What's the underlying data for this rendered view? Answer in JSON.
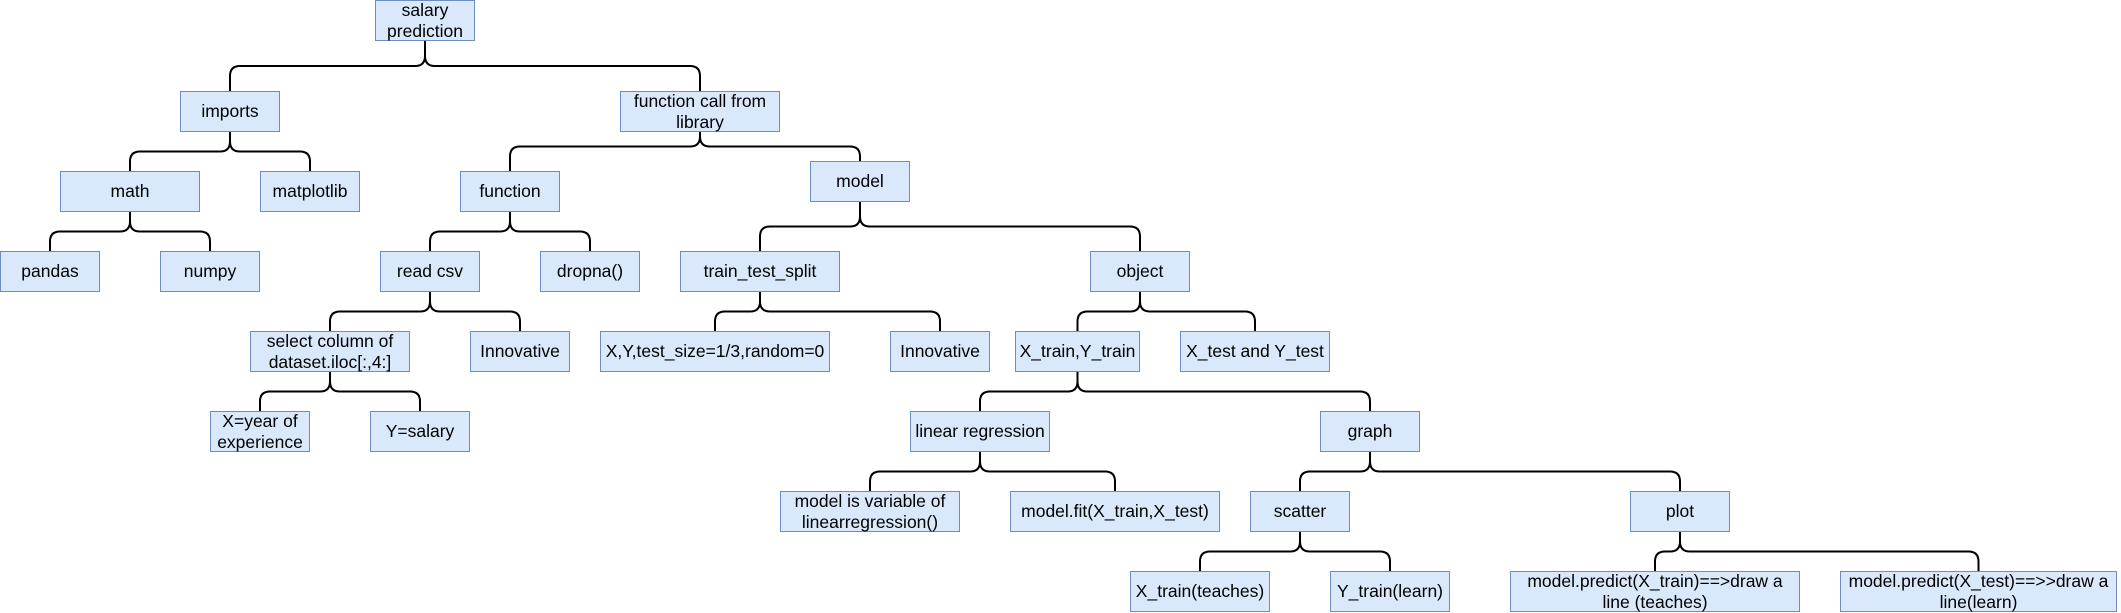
{
  "colors": {
    "node_fill": "#dae8fc",
    "node_border": "#6c8ebf",
    "edge": "#000000"
  },
  "nodes": {
    "salary_prediction": "salary prediction",
    "imports": "imports",
    "function_call": "function call from library",
    "math": "math",
    "matplotlib": "matplotlib",
    "pandas": "pandas",
    "numpy": "numpy",
    "function": "function",
    "model": "model",
    "read_csv": "read csv",
    "dropna": "dropna()",
    "select_column": "select column of dataset.iloc[:,4:]",
    "innovative_1": "Innovative",
    "x_year": "X=year of experience",
    "y_salary": "Y=salary",
    "train_test_split": "train_test_split",
    "object": "object",
    "xy_test_size": "X,Y,test_size=1/3,random=0",
    "innovative_2": "Innovative",
    "x_train_y_train": "X_train,Y_train",
    "x_test_y_test": "X_test and Y_test",
    "linear_regression": "linear regression",
    "graph": "graph",
    "model_variable": "model is variable of linearregression()",
    "model_fit": "model.fit(X_train,X_test)",
    "scatter": "scatter",
    "plot": "plot",
    "x_train_teaches": "X_train(teaches)",
    "y_train_learn": "Y_train(learn)",
    "predict_train": "model.predict(X_train)==>draw a line (teaches)",
    "predict_test": "model.predict(X_test)==>>draw a line(learn)"
  },
  "edges": [
    [
      "salary_prediction",
      [
        "imports",
        "function_call"
      ]
    ],
    [
      "imports",
      [
        "math",
        "matplotlib"
      ]
    ],
    [
      "math",
      [
        "pandas",
        "numpy"
      ]
    ],
    [
      "function_call",
      [
        "function",
        "model"
      ]
    ],
    [
      "function",
      [
        "read_csv",
        "dropna"
      ]
    ],
    [
      "read_csv",
      [
        "select_column",
        "innovative_1"
      ]
    ],
    [
      "select_column",
      [
        "x_year",
        "y_salary"
      ]
    ],
    [
      "model",
      [
        "train_test_split",
        "object"
      ]
    ],
    [
      "train_test_split",
      [
        "xy_test_size",
        "innovative_2"
      ]
    ],
    [
      "object",
      [
        "x_train_y_train",
        "x_test_y_test"
      ]
    ],
    [
      "x_train_y_train",
      [
        "linear_regression",
        "graph"
      ]
    ],
    [
      "linear_regression",
      [
        "model_variable",
        "model_fit"
      ]
    ],
    [
      "graph",
      [
        "scatter",
        "plot"
      ]
    ],
    [
      "scatter",
      [
        "x_train_teaches",
        "y_train_learn"
      ]
    ],
    [
      "plot",
      [
        "predict_train",
        "predict_test"
      ]
    ]
  ]
}
